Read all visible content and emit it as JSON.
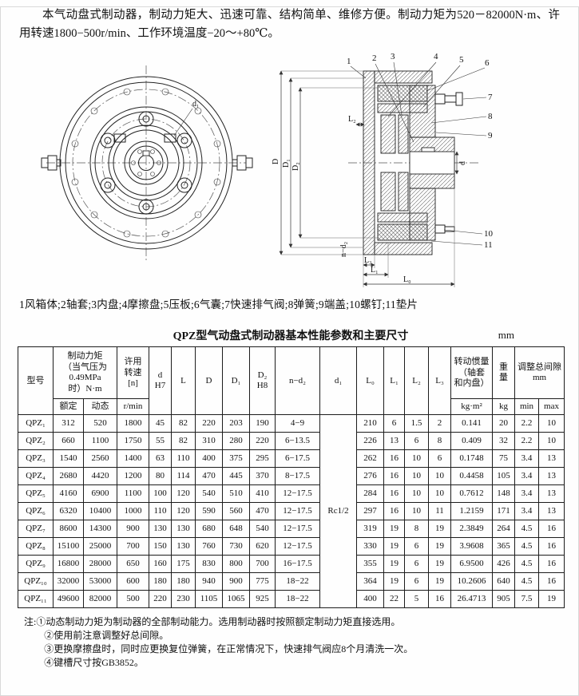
{
  "intro": {
    "text": "本气动盘式制动器，制动力矩大、迅速可靠、结构简单、维修方便。制动力矩为520－82000N·m、许用转速1800−500r/min、工作环境温度−20～+80℃。"
  },
  "drawing": {
    "part_numbers": [
      "1",
      "2",
      "3",
      "4",
      "5",
      "6",
      "7",
      "8",
      "9",
      "10",
      "11"
    ],
    "dims": {
      "d1": "d₁",
      "D": "D",
      "D1": "D₁",
      "D2": "D₂",
      "d": "d",
      "L0": "L₀",
      "L1": "L₁",
      "L2": "L₂",
      "L3": "L₃",
      "n_d2": "n−d₂"
    },
    "caption": "1风箱体;2轴套;3内盘;4摩擦盘;5压板;6气囊;7快速排气阀;8弹簧;9端盖;10螺钉;11垫片"
  },
  "table": {
    "title": "QPZ型气动盘式制动器基本性能参数和主要尺寸",
    "unit": "mm",
    "headers": {
      "model": "型号",
      "torque_group": "制动力矩\n（当气压为\n0.49MPa\n时）N·m",
      "rated": "额定",
      "dynamic": "动态",
      "speed": "许用\n转速\n[n]",
      "speed_unit": "r/min",
      "d": "d\nH7",
      "L": "L",
      "D": "D",
      "D1": "D₁",
      "D2": "D₂\nH8",
      "n_d2": "n−d₂",
      "d1": "d₁",
      "L0": "L₀",
      "L1": "L₁",
      "L2": "L₂",
      "L3": "L₃",
      "inertia": "转动惯量\n（轴套\n和内盘）",
      "inertia_unit": "kg·m²",
      "weight": "重\n量",
      "weight_unit": "kg",
      "gap": "调整总间隙\nmm",
      "min": "min",
      "max": "max"
    },
    "d1_value": "Rc1/2",
    "rows": [
      [
        "QPZ₁",
        "312",
        "520",
        "1800",
        "45",
        "82",
        "220",
        "203",
        "190",
        "4−9",
        "210",
        "6",
        "1.5",
        "2",
        "0.141",
        "20",
        "2.2",
        "10"
      ],
      [
        "QPZ₂",
        "660",
        "1100",
        "1750",
        "55",
        "82",
        "310",
        "280",
        "220",
        "6−13.5",
        "226",
        "13",
        "6",
        "8",
        "0.409",
        "32",
        "2.2",
        "10"
      ],
      [
        "QPZ₃",
        "1540",
        "2560",
        "1400",
        "63",
        "110",
        "400",
        "375",
        "295",
        "6−17.5",
        "262",
        "16",
        "10",
        "6",
        "0.1748",
        "75",
        "3.4",
        "13"
      ],
      [
        "QPZ₄",
        "2680",
        "4420",
        "1200",
        "80",
        "114",
        "470",
        "445",
        "370",
        "8−17.5",
        "276",
        "16",
        "10",
        "10",
        "0.4458",
        "105",
        "3.4",
        "13"
      ],
      [
        "QPZ₅",
        "4160",
        "6900",
        "1100",
        "100",
        "120",
        "540",
        "510",
        "410",
        "12−17.5",
        "284",
        "16",
        "10",
        "10",
        "0.7612",
        "148",
        "3.4",
        "13"
      ],
      [
        "QPZ₆",
        "6320",
        "10400",
        "1000",
        "110",
        "120",
        "590",
        "560",
        "470",
        "12−17.5",
        "297",
        "16",
        "10",
        "11",
        "1.2159",
        "171",
        "3.4",
        "13"
      ],
      [
        "QPZ₇",
        "8600",
        "14300",
        "900",
        "130",
        "130",
        "680",
        "648",
        "540",
        "12−17.5",
        "319",
        "19",
        "8",
        "19",
        "2.3849",
        "264",
        "4.5",
        "16"
      ],
      [
        "QPZ₈",
        "15100",
        "25000",
        "700",
        "150",
        "130",
        "760",
        "730",
        "620",
        "12−17.5",
        "330",
        "19",
        "6",
        "19",
        "3.9608",
        "365",
        "4.5",
        "16"
      ],
      [
        "QPZ₉",
        "16800",
        "28000",
        "650",
        "160",
        "175",
        "830",
        "800",
        "700",
        "16−17.5",
        "355",
        "19",
        "6",
        "19",
        "6.9500",
        "426",
        "4.5",
        "16"
      ],
      [
        "QPZ₁₀",
        "32000",
        "53000",
        "600",
        "180",
        "180",
        "940",
        "900",
        "775",
        "18−22",
        "364",
        "19",
        "6",
        "19",
        "10.2606",
        "640",
        "4.5",
        "16"
      ],
      [
        "QPZ₁₁",
        "49600",
        "82000",
        "500",
        "220",
        "230",
        "1105",
        "1065",
        "925",
        "18−22",
        "400",
        "22",
        "5",
        "16",
        "26.4713",
        "905",
        "7.5",
        "19"
      ]
    ]
  },
  "notes": {
    "lines": [
      "注:①动态制动力矩为制动器的全部制动能力。选用制动器时按照额定制动力矩直接选用。",
      "②使用前注意调整好总间隙。",
      "③更换摩擦盘时，同时应更换复位弹簧，在正常情况下，快速排气阀应8个月清洗一次。",
      "④键槽尺寸按GB3852。"
    ]
  }
}
